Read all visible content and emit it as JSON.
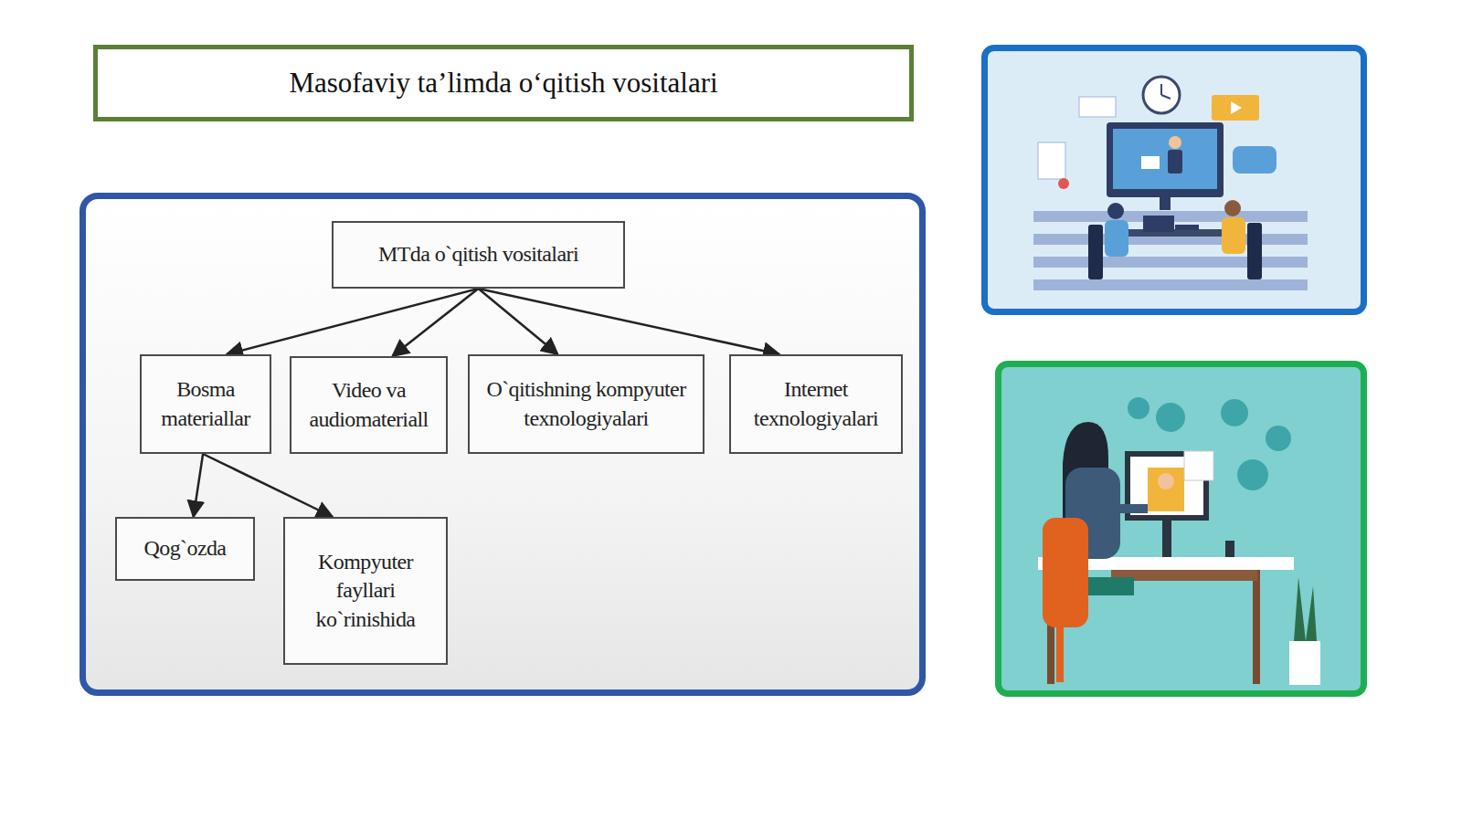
{
  "diagram": {
    "title": "Masofaviy ta’limda o‘qitish vositalari",
    "nodes": [
      {
        "text": [
          "MTda o`qitish vositalari"
        ]
      },
      {
        "text": [
          "Bosma materiallar"
        ]
      },
      {
        "text": [
          "Video va audiomateriall"
        ]
      },
      {
        "text": [
          "O`qitishning kompyuter texnologiyalari"
        ]
      },
      {
        "text": [
          "Internet texnologiyalari"
        ]
      },
      {
        "text": [
          "Qog`ozda"
        ]
      },
      {
        "text": [
          "Kompyuter fayllari ko`rinishida"
        ]
      }
    ],
    "edges": [
      {
        "from": 0,
        "to": 1,
        "arrow": "to"
      },
      {
        "from": 0,
        "to": 2,
        "arrow": "to"
      },
      {
        "from": 0,
        "to": 3,
        "arrow": "to"
      },
      {
        "from": 0,
        "to": 4,
        "arrow": "to"
      },
      {
        "from": 1,
        "to": 5,
        "arrow": "to"
      },
      {
        "from": 1,
        "to": 6,
        "arrow": "to"
      }
    ]
  }
}
